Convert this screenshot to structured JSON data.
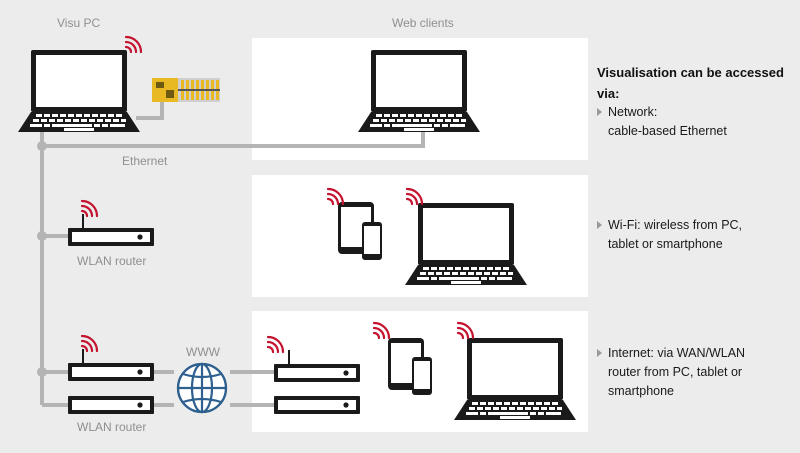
{
  "labels": {
    "visu_pc": "Visu PC",
    "web_clients": "Web clients",
    "ethernet": "Ethernet",
    "wlan_router_1": "WLAN router",
    "www": "WWW",
    "wlan_router_2": "WLAN router"
  },
  "sidebar": {
    "title": "Visualisation can be accessed via:",
    "items": [
      {
        "line1": "Network:",
        "line2": "cable-based Ethernet"
      },
      {
        "line1": "Wi-Fi: wireless from PC,",
        "line2": "tablet or smartphone"
      },
      {
        "line1": "Internet: via WAN/WLAN",
        "line2": "router from PC, tablet or",
        "line3": "smartphone"
      }
    ]
  },
  "colors": {
    "background": "#ececec",
    "panel": "#ffffff",
    "cable": "#b4b4b4",
    "device": "#1a1a1a",
    "signal": "#c4122f",
    "globe": "#2d5f8f",
    "controller": "#e8b923"
  }
}
